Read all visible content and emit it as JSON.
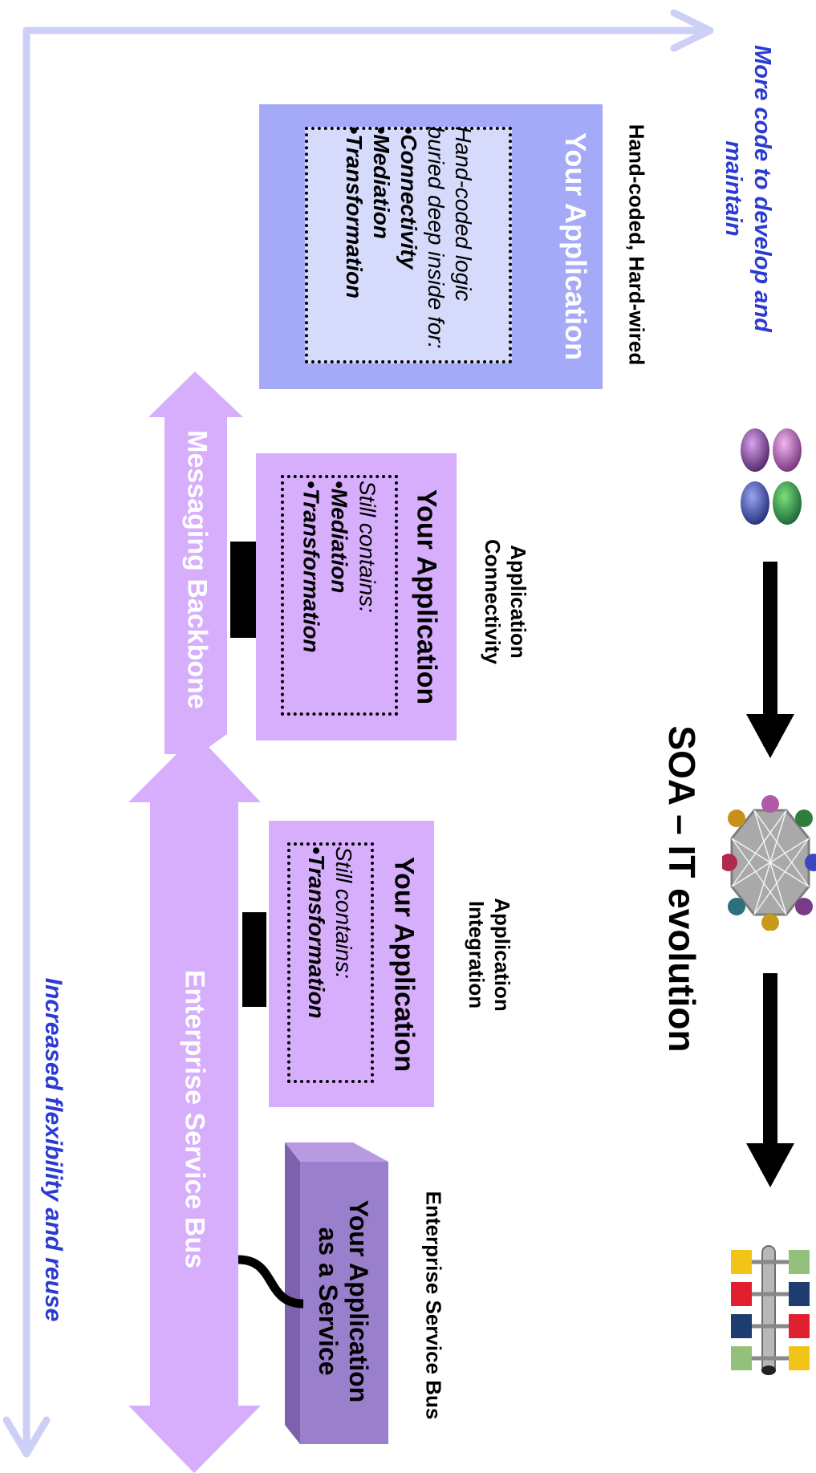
{
  "title": "SOA – IT evolution",
  "axis_right_label": "More code to develop and maintain",
  "axis_bottom_label": "Increased flexibility and reuse",
  "stages": [
    {
      "label": "Hand-coded, Hard-wired",
      "box_title": "Your Application",
      "intro": "Hand-coded logic buried deep inside for:",
      "items": [
        "•Connectivity",
        "•Mediation",
        "•Transformation"
      ]
    },
    {
      "label": "Application Connectivity",
      "box_title": "Your Application",
      "intro": "Still contains:",
      "items": [
        "•Mediation",
        "•Transformation"
      ]
    },
    {
      "label": "Application Integration",
      "box_title": "Your Application",
      "intro": "Still contains:",
      "items": [
        "•Transformation"
      ]
    },
    {
      "label": "Enterprise Service Bus",
      "box_title_line1": "Your Application",
      "box_title_line2": "as a Service"
    }
  ],
  "buses": {
    "messaging": "Messaging Backbone",
    "esb": "Enterprise Service Bus"
  },
  "colors": {
    "axis": "#ccd0f7",
    "axis_text": "#2b3bd1",
    "box1": "#a4aaf7",
    "box1_inner": "#d7dbfb",
    "purple": "#d6aefb",
    "service_front": "#9a7fcc",
    "service_top": "#b89ae0",
    "service_side": "#7c62ad"
  },
  "icons": [
    "four-ovals-icon",
    "octagon-network-icon",
    "bus-blocks-icon"
  ]
}
